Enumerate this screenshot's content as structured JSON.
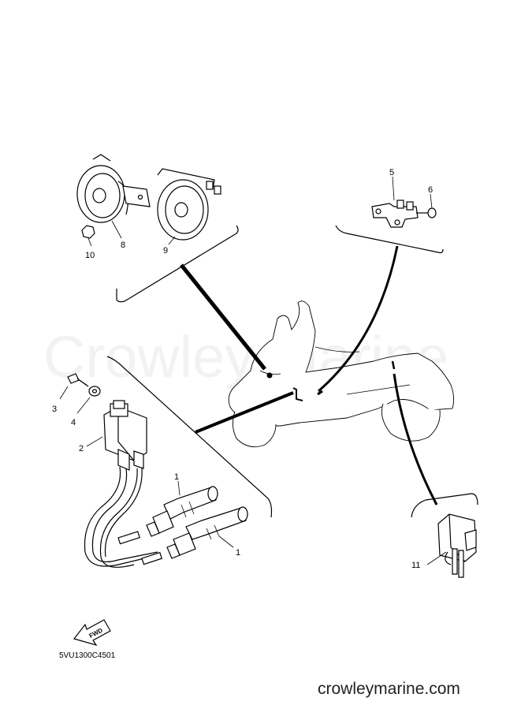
{
  "watermark": "Crowley Marine",
  "site_footer": "crowleymarine.com",
  "diagram_code": "5VU1300C4501",
  "fwd_label": "FWD",
  "callouts": {
    "c1a": "1",
    "c1b": "1",
    "c2": "2",
    "c3": "3",
    "c4": "4",
    "c5": "5",
    "c6": "6",
    "c8": "8",
    "c9": "9",
    "c10": "10",
    "c11": "11"
  }
}
